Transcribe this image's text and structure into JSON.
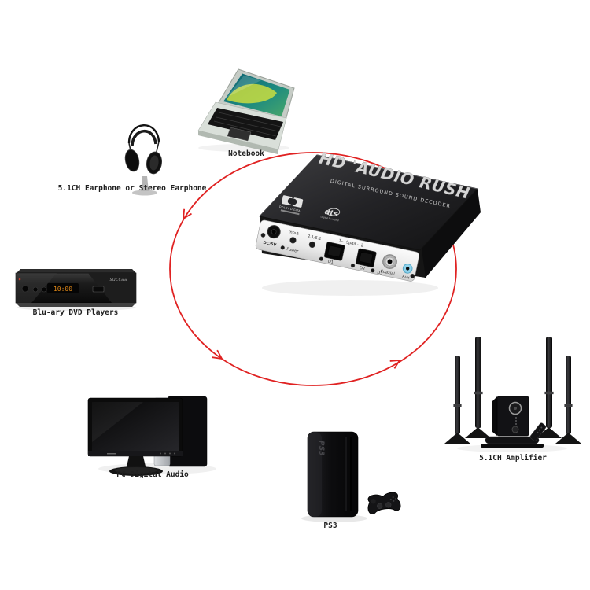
{
  "canvas": {
    "background": "#ffffff",
    "accent_red": "#e02222"
  },
  "labels": {
    "notebook": "Notebook",
    "earphone": "5.1CH Earphone or Stereo Earphone",
    "dvd": "Blu-ary DVD Players",
    "pc": "PC Digital Audio",
    "ps3": "PS3",
    "amplifier": "5.1CH Amplifier"
  },
  "dvd_player": {
    "brand": "succaa",
    "display": "10:00"
  },
  "ps3_console": {
    "logo": "PS3"
  },
  "decoder": {
    "title": "HD 'AUDIO RUSH",
    "subtitle": "DIGITAL SURROUND SOUND DECODER",
    "dolby_logo": "DOLBY DIGITAL",
    "dts_logo": "dts",
    "dts_sub": "Digital Surround",
    "ports": {
      "dc": "DC/5V",
      "input": "Input",
      "mode": "2.1/5.1",
      "power": "Power",
      "spdif": "1— Spdif —2",
      "d1": "D1",
      "d2": "D2",
      "d3": "D3",
      "coaxial": "Coaxial",
      "aux": "Aux"
    }
  }
}
